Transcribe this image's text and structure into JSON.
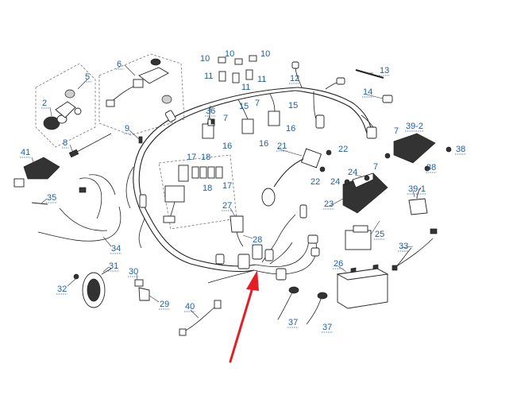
{
  "diagram": {
    "accent_color": "#1f5fa6",
    "arrow_color": "#e31e24",
    "callouts": [
      {
        "id": "c2",
        "text": "2"
      },
      {
        "id": "c5",
        "text": "5"
      },
      {
        "id": "c6",
        "text": "6"
      },
      {
        "id": "c7a",
        "text": "7"
      },
      {
        "id": "c7b",
        "text": "7"
      },
      {
        "id": "c7c",
        "text": "7"
      },
      {
        "id": "c7d",
        "text": "7"
      },
      {
        "id": "c8",
        "text": "8"
      },
      {
        "id": "c9",
        "text": "9"
      },
      {
        "id": "c10a",
        "text": "10"
      },
      {
        "id": "c10b",
        "text": "10"
      },
      {
        "id": "c10c",
        "text": "10"
      },
      {
        "id": "c11a",
        "text": "11"
      },
      {
        "id": "c11b",
        "text": "11"
      },
      {
        "id": "c11c",
        "text": "11"
      },
      {
        "id": "c12",
        "text": "12"
      },
      {
        "id": "c13",
        "text": "13"
      },
      {
        "id": "c14",
        "text": "14"
      },
      {
        "id": "c15a",
        "text": "15"
      },
      {
        "id": "c15b",
        "text": "15"
      },
      {
        "id": "c16a",
        "text": "16"
      },
      {
        "id": "c16b",
        "text": "16"
      },
      {
        "id": "c16c",
        "text": "16"
      },
      {
        "id": "c17a",
        "text": "17"
      },
      {
        "id": "c17b",
        "text": "17"
      },
      {
        "id": "c18a",
        "text": "18"
      },
      {
        "id": "c18b",
        "text": "18"
      },
      {
        "id": "c21",
        "text": "21"
      },
      {
        "id": "c22a",
        "text": "22"
      },
      {
        "id": "c22b",
        "text": "22"
      },
      {
        "id": "c23",
        "text": "23"
      },
      {
        "id": "c24a",
        "text": "24"
      },
      {
        "id": "c24b",
        "text": "24"
      },
      {
        "id": "c25",
        "text": "25"
      },
      {
        "id": "c26",
        "text": "26"
      },
      {
        "id": "c27",
        "text": "27"
      },
      {
        "id": "c28",
        "text": "28"
      },
      {
        "id": "c29",
        "text": "29"
      },
      {
        "id": "c30",
        "text": "30"
      },
      {
        "id": "c31",
        "text": "31"
      },
      {
        "id": "c32",
        "text": "32"
      },
      {
        "id": "c33",
        "text": "33"
      },
      {
        "id": "c34",
        "text": "34"
      },
      {
        "id": "c35",
        "text": "35"
      },
      {
        "id": "c36",
        "text": "36"
      },
      {
        "id": "c37a",
        "text": "37"
      },
      {
        "id": "c37b",
        "text": "37"
      },
      {
        "id": "c38a",
        "text": "38"
      },
      {
        "id": "c38b",
        "text": "38"
      },
      {
        "id": "c39-1",
        "text": "39-1"
      },
      {
        "id": "c39-2",
        "text": "39-2"
      },
      {
        "id": "c40",
        "text": "40"
      },
      {
        "id": "c41",
        "text": "41"
      }
    ]
  }
}
